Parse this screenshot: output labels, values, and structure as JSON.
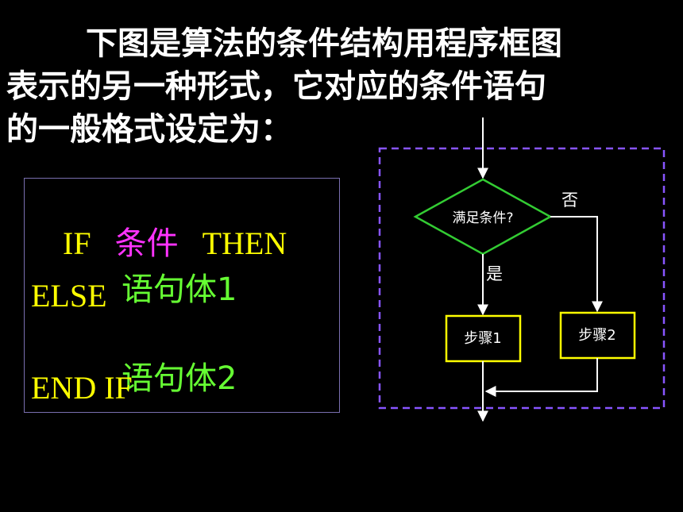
{
  "intro": {
    "lines": [
      "下图是算法的条件结构用程序框图",
      "表示的另一种形式，它对应的条件语句",
      "的一般格式设定为："
    ]
  },
  "code": {
    "if_kw": "IF",
    "condition": "条件",
    "then_kw": "THEN",
    "body1": "语句体1",
    "else_kw": "ELSE",
    "body2": "语句体2",
    "endif_kw": "END IF"
  },
  "flowchart": {
    "decision": "满足条件?",
    "no_label": "否",
    "yes_label": "是",
    "step1": "步骤1",
    "step2": "步骤2"
  },
  "colors": {
    "keyword": "#ffff00",
    "condition": "#ff33ff",
    "statement": "#66ff33",
    "decision_border": "#33cc33",
    "step_border": "#ffff00",
    "dashed_border": "#8855ff"
  }
}
